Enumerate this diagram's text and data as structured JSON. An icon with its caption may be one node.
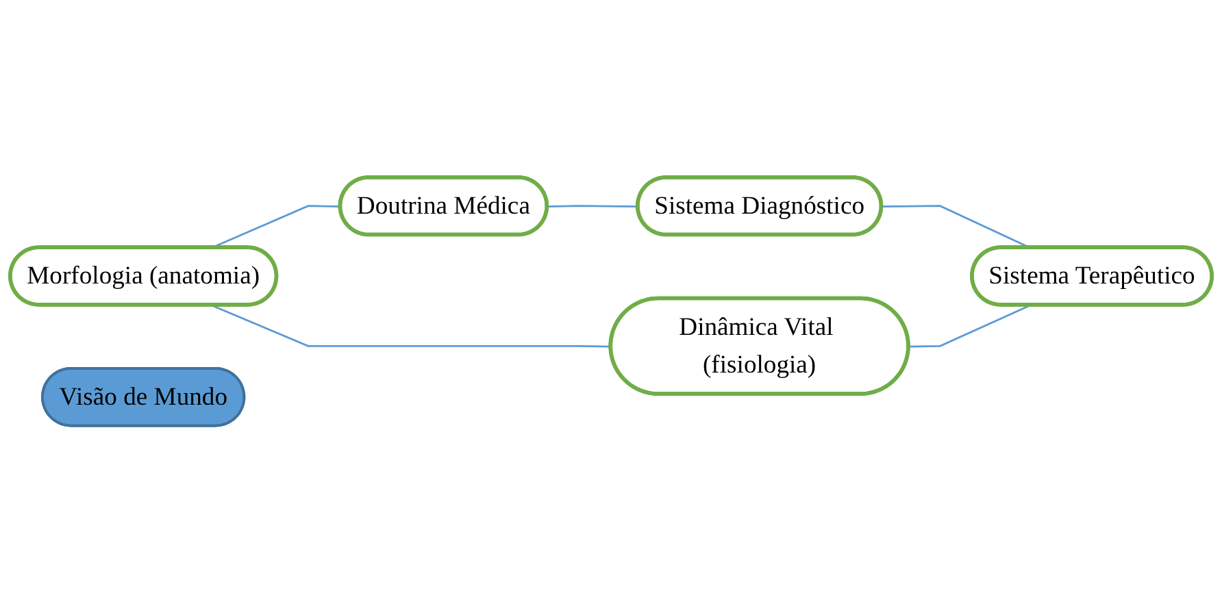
{
  "diagram": {
    "nodes": [
      {
        "text": [
          "Doutrina Médica"
        ]
      },
      {
        "text": [
          "Morfologia (anatomia)"
        ]
      },
      {
        "text": [
          "Sistema Diagnóstico"
        ]
      },
      {
        "text": [
          "Visão de Mundo"
        ]
      },
      {
        "text": [
          "Dinâmica Vital (fisiologia)"
        ]
      },
      {
        "text": [
          "Sistema Terapêutico"
        ]
      }
    ],
    "edges": [
      {
        "from": 1,
        "to": 0,
        "arrow": "none"
      },
      {
        "from": 0,
        "to": 2,
        "arrow": "none"
      },
      {
        "from": 2,
        "to": 5,
        "arrow": "none"
      },
      {
        "from": 4,
        "to": 5,
        "arrow": "none"
      },
      {
        "from": 1,
        "to": 4,
        "arrow": "none"
      }
    ]
  }
}
